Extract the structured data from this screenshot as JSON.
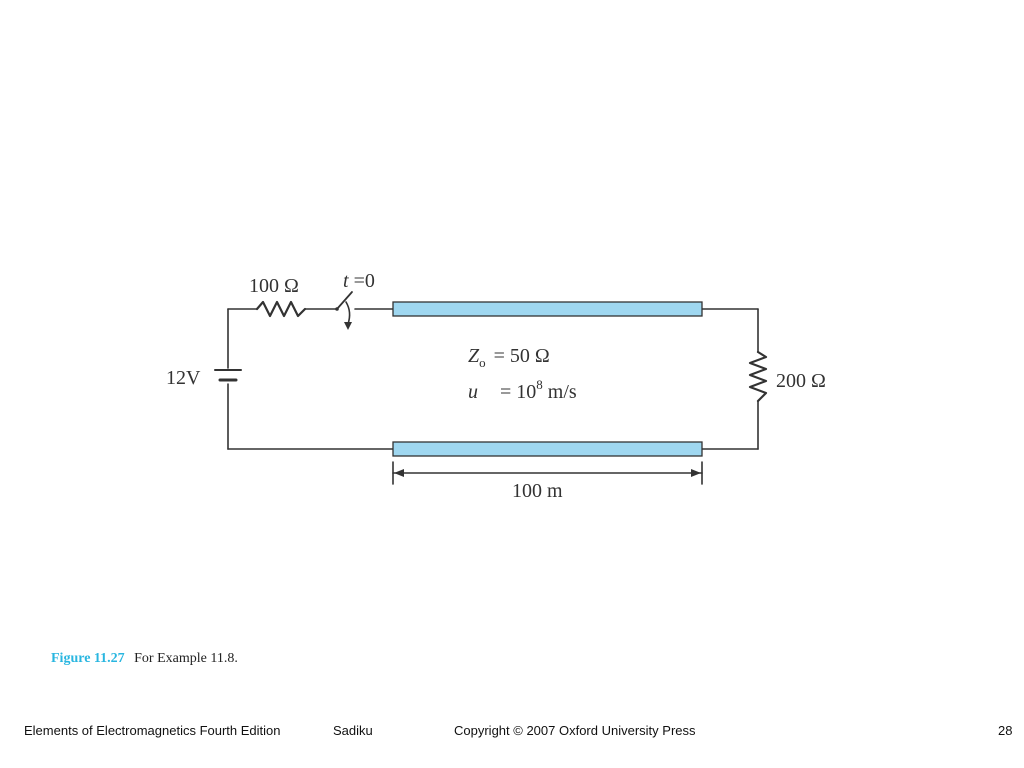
{
  "figure": {
    "resistor_label": "100 Ω",
    "switch_label_var": "t",
    "switch_label_rest": " =0",
    "source_label": "12V",
    "load_label": "200 Ω",
    "z_symbol": "Z",
    "z_sub": "o",
    "z_value": "= 50 Ω",
    "u_symbol": "u",
    "u_value_base": "= 10",
    "u_value_exp": "8",
    "u_value_unit": " m/s",
    "length_label": "100 m",
    "line_color": "#9fd7f0"
  },
  "caption": {
    "figure_number": "Figure 11.27",
    "text": "For Example 11.8."
  },
  "footer": {
    "book": "Elements of Electromagnetics Fourth Edition",
    "author": "Sadiku",
    "copyright": "Copyright © 2007 Oxford University Press",
    "page": "28"
  }
}
